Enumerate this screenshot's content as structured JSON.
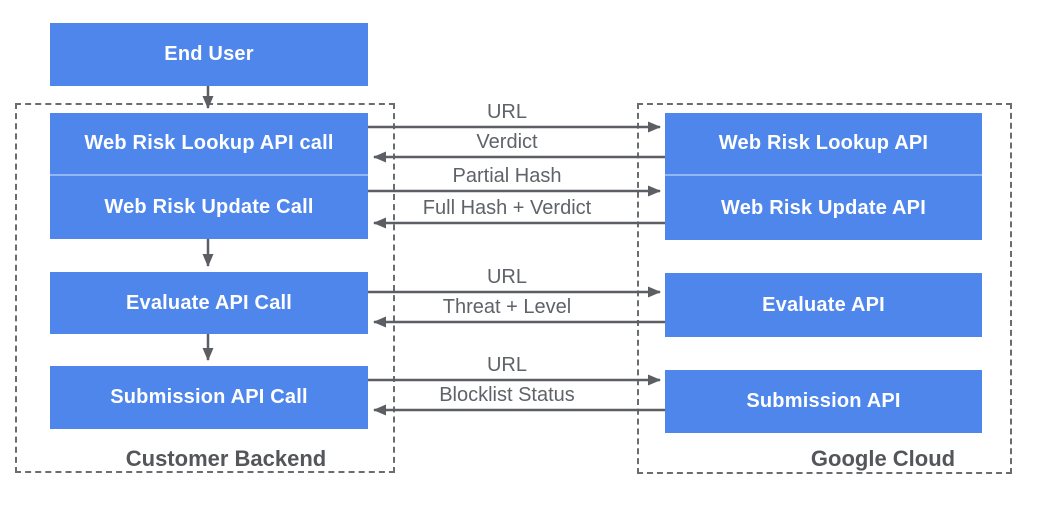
{
  "end_user": {
    "label": "End User"
  },
  "customer_backend": {
    "label": "Customer Backend",
    "boxes": [
      {
        "label": "Web Risk Lookup API call"
      },
      {
        "label": "Web Risk Update Call"
      },
      {
        "label": "Evaluate API Call"
      },
      {
        "label": "Submission API Call"
      }
    ]
  },
  "google_cloud": {
    "label": "Google Cloud",
    "boxes": [
      {
        "label": "Web Risk Lookup API"
      },
      {
        "label": "Web Risk Update API"
      },
      {
        "label": "Evaluate API"
      },
      {
        "label": "Submission API"
      }
    ]
  },
  "flows": [
    {
      "label": "URL",
      "direction": "right"
    },
    {
      "label": "Verdict",
      "direction": "left"
    },
    {
      "label": "Partial Hash",
      "direction": "right"
    },
    {
      "label": "Full Hash + Verdict",
      "direction": "left"
    },
    {
      "label": "URL",
      "direction": "right"
    },
    {
      "label": "Threat + Level",
      "direction": "left"
    },
    {
      "label": "URL",
      "direction": "right"
    },
    {
      "label": "Blocklist Status",
      "direction": "left"
    }
  ],
  "colors": {
    "box_fill": "#4e86ec",
    "box_text": "#ffffff",
    "arrow": "#5b5e63",
    "flow_label_text": "#5f6368",
    "container_border": "#6a6d70",
    "container_label": "#54565a"
  }
}
